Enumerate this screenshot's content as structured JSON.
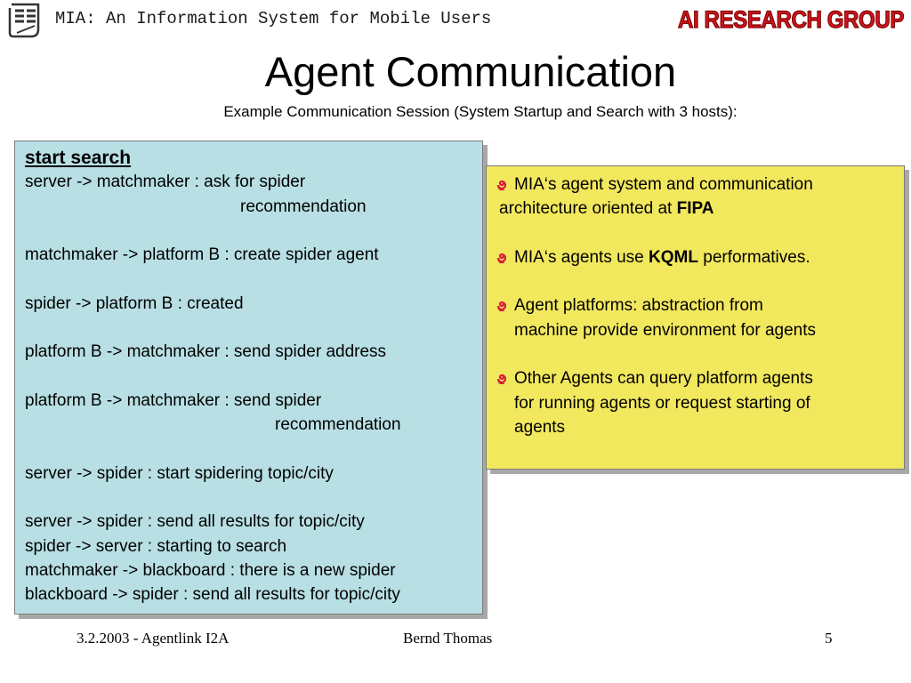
{
  "header": {
    "title": "MIA: An Information System for Mobile Users",
    "group_logo": "AI RESEARCH GROUP",
    "logo_icon": "document-logo-icon"
  },
  "slide": {
    "title": "Agent Communication",
    "subtitle": "Example Communication Session (System Startup and Search with 3 hosts):"
  },
  "communication": {
    "heading": "start search",
    "l1": "server -> matchmaker : ask for spider",
    "l1b": "recommendation",
    "l2": "matchmaker -> platform B : create spider agent",
    "l3": "spider -> platform B : created",
    "l4": "platform B -> matchmaker : send spider address",
    "l5": "platform B -> matchmaker : send spider",
    "l5b": "recommendation",
    "l6": "server -> spider : start spidering topic/city",
    "l7": "server -> spider : send all results for topic/city",
    "l8": "spider -> server : starting to search",
    "l9": "matchmaker -> blackboard : there is a new spider",
    "l10": "blackboard -> spider : send all results for topic/city"
  },
  "bullets": {
    "icon": "spiral-bullet-icon",
    "b1_a": "MIA‘s agent system and communication",
    "b1_b": "architecture oriented at ",
    "b1_bold": "FIPA",
    "b2_a": "MIA‘s agents use ",
    "b2_bold": "KQML",
    "b2_b": " performatives.",
    "b3_a": "Agent platforms: abstraction from",
    "b3_b": "machine provide environment for agents",
    "b4_a": "Other Agents can query platform agents",
    "b4_b": "for running agents or request starting of",
    "b4_c": "agents"
  },
  "footer": {
    "date": "3.2.2003 - Agentlink I2A",
    "author": "Bernd Thomas",
    "page": "5"
  },
  "colors": {
    "left_panel": "#b8dfe4",
    "right_panel": "#f2e85e",
    "logo_red": "#d4141c",
    "bullet_red": "#d81b3a"
  }
}
